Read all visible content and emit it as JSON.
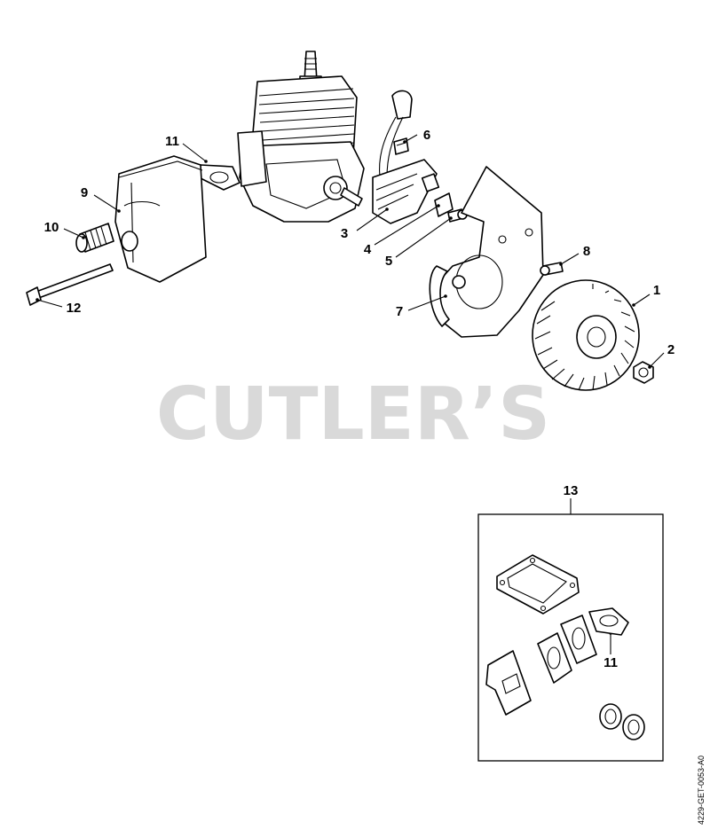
{
  "watermark": "CUTLER’S",
  "drawing_ref": "4229-GET-0053-A0",
  "callouts": {
    "c1": "1",
    "c2": "2",
    "c3": "3",
    "c4": "4",
    "c5": "5",
    "c6": "6",
    "c7": "7",
    "c8": "8",
    "c9": "9",
    "c10": "10",
    "c11a": "11",
    "c12": "12",
    "c13": "13",
    "c11b": "11"
  }
}
